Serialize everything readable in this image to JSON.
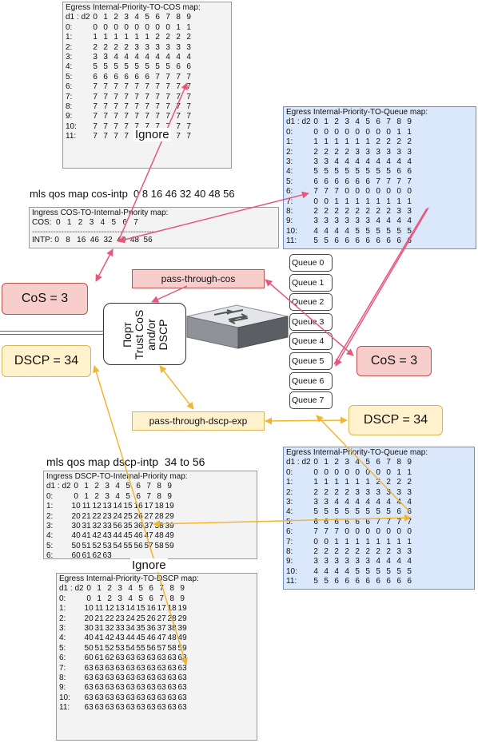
{
  "cos_map": {
    "title": "Egress Internal-Priority-TO-COS map:",
    "header": [
      "d1 : d2",
      "0",
      "1",
      "2",
      "3",
      "4",
      "5",
      "6",
      "7",
      "8",
      "9"
    ],
    "rows": [
      [
        "0:",
        "0",
        "0",
        "0",
        "0",
        "0",
        "0",
        "0",
        "0",
        "1",
        "1"
      ],
      [
        "1:",
        "1",
        "1",
        "1",
        "1",
        "1",
        "1",
        "2",
        "2",
        "2",
        "2"
      ],
      [
        "2:",
        "2",
        "2",
        "2",
        "2",
        "3",
        "3",
        "3",
        "3",
        "3",
        "3"
      ],
      [
        "3:",
        "3",
        "3",
        "4",
        "4",
        "4",
        "4",
        "4",
        "4",
        "4",
        "4"
      ],
      [
        "4:",
        "5",
        "5",
        "5",
        "5",
        "5",
        "5",
        "5",
        "5",
        "6",
        "6"
      ],
      [
        "5:",
        "6",
        "6",
        "6",
        "6",
        "6",
        "6",
        "7",
        "7",
        "7",
        "7"
      ],
      [
        "6:",
        "7",
        "7",
        "7",
        "7",
        "7",
        "7",
        "7",
        "7",
        "7",
        "7"
      ],
      [
        "7:",
        "7",
        "7",
        "7",
        "7",
        "7",
        "7",
        "7",
        "7",
        "7",
        "7"
      ],
      [
        "8:",
        "7",
        "7",
        "7",
        "7",
        "7",
        "7",
        "7",
        "7",
        "7",
        "7"
      ],
      [
        "9:",
        "7",
        "7",
        "7",
        "7",
        "7",
        "7",
        "7",
        "7",
        "7",
        "7"
      ],
      [
        "10:",
        "7",
        "7",
        "7",
        "7",
        "7",
        "7",
        "7",
        "7",
        "7",
        "7"
      ],
      [
        "11:",
        "7",
        "7",
        "7",
        "7",
        "7",
        "7",
        "7",
        "7",
        "7",
        "7"
      ]
    ]
  },
  "ignore_top": "Ignore",
  "ignore_bottom": "Ignore",
  "cmd_cos": "mls qos map cos-intp  0 8 16 46 32 40 48 56",
  "cmd_dscp": "mls qos map dscp-intp  34 to 56",
  "cos_intp": {
    "title": "Ingress COS-TO-Internal-Priority map:",
    "cos_line": "COS:  0   1   2   3   4   5   6   7",
    "dash_line": "-----------------------------------------------",
    "intp_line": "INTP: 0   8   16  46  32  40  48  56"
  },
  "queue_map_1": {
    "title": "Egress Internal-Priority-TO-Queue map:",
    "header": [
      "d1 : d2",
      "0",
      "1",
      "2",
      "3",
      "4",
      "5",
      "6",
      "7",
      "8",
      "9"
    ],
    "rows": [
      [
        "0:",
        "0",
        "0",
        "0",
        "0",
        "0",
        "0",
        "0",
        "0",
        "1",
        "1"
      ],
      [
        "1:",
        "1",
        "1",
        "1",
        "1",
        "1",
        "1",
        "2",
        "2",
        "2",
        "2"
      ],
      [
        "2:",
        "2",
        "2",
        "2",
        "2",
        "3",
        "3",
        "3",
        "3",
        "3",
        "3"
      ],
      [
        "3:",
        "3",
        "3",
        "4",
        "4",
        "4",
        "4",
        "4",
        "4",
        "4",
        "4"
      ],
      [
        "4:",
        "5",
        "5",
        "5",
        "5",
        "5",
        "5",
        "5",
        "5",
        "6",
        "6"
      ],
      [
        "5:",
        "6",
        "6",
        "6",
        "6",
        "6",
        "6",
        "7",
        "7",
        "7",
        "7"
      ],
      [
        "6:",
        "7",
        "7",
        "7",
        "0",
        "0",
        "0",
        "0",
        "0",
        "0",
        "0"
      ],
      [
        "7:",
        "0",
        "0",
        "1",
        "1",
        "1",
        "1",
        "1",
        "1",
        "1",
        "1"
      ],
      [
        "8:",
        "2",
        "2",
        "2",
        "2",
        "2",
        "2",
        "2",
        "2",
        "3",
        "3"
      ],
      [
        "9:",
        "3",
        "3",
        "3",
        "3",
        "3",
        "3",
        "4",
        "4",
        "4",
        "4"
      ],
      [
        "10:",
        "4",
        "4",
        "4",
        "4",
        "5",
        "5",
        "5",
        "5",
        "5",
        "5"
      ],
      [
        "11:",
        "5",
        "5",
        "6",
        "6",
        "6",
        "6",
        "6",
        "6",
        "6",
        "6"
      ]
    ]
  },
  "queue_map_2": {
    "title": "Egress Internal-Priority-TO-Queue map:",
    "header": [
      "d1 : d2",
      "0",
      "1",
      "2",
      "3",
      "4",
      "5",
      "6",
      "7",
      "8",
      "9"
    ],
    "rows": [
      [
        "0:",
        "0",
        "0",
        "0",
        "0",
        "0",
        "0",
        "0",
        "0",
        "1",
        "1"
      ],
      [
        "1:",
        "1",
        "1",
        "1",
        "1",
        "1",
        "1",
        "2",
        "2",
        "2",
        "2"
      ],
      [
        "2:",
        "2",
        "2",
        "2",
        "2",
        "3",
        "3",
        "3",
        "3",
        "3",
        "3"
      ],
      [
        "3:",
        "3",
        "3",
        "4",
        "4",
        "4",
        "4",
        "4",
        "4",
        "4",
        "4"
      ],
      [
        "4:",
        "5",
        "5",
        "5",
        "5",
        "5",
        "5",
        "5",
        "5",
        "6",
        "6"
      ],
      [
        "5:",
        "6",
        "6",
        "6",
        "6",
        "6",
        "6",
        "7",
        "7",
        "7",
        "7"
      ],
      [
        "6:",
        "7",
        "7",
        "7",
        "0",
        "0",
        "0",
        "0",
        "0",
        "0",
        "0"
      ],
      [
        "7:",
        "0",
        "0",
        "1",
        "1",
        "1",
        "1",
        "1",
        "1",
        "1",
        "1"
      ],
      [
        "8:",
        "2",
        "2",
        "2",
        "2",
        "2",
        "2",
        "2",
        "2",
        "3",
        "3"
      ],
      [
        "9:",
        "3",
        "3",
        "3",
        "3",
        "3",
        "3",
        "4",
        "4",
        "4",
        "4"
      ],
      [
        "10:",
        "4",
        "4",
        "4",
        "4",
        "5",
        "5",
        "5",
        "5",
        "5",
        "5"
      ],
      [
        "11:",
        "5",
        "5",
        "6",
        "6",
        "6",
        "6",
        "6",
        "6",
        "6",
        "6"
      ]
    ]
  },
  "dscp_intp": {
    "title": "Ingress DSCP-TO-Internal-Priority map:",
    "header": [
      "d1 : d2",
      "0",
      "1",
      "2",
      "3",
      "4",
      "5",
      "6",
      "7",
      "8",
      "9"
    ],
    "rows": [
      [
        "0:",
        "0",
        "1",
        "2",
        "3",
        "4",
        "5",
        "6",
        "7",
        "8",
        "9"
      ],
      [
        "1:",
        "10",
        "11",
        "12",
        "13",
        "14",
        "15",
        "16",
        "17",
        "18",
        "19"
      ],
      [
        "2:",
        "20",
        "21",
        "22",
        "23",
        "24",
        "25",
        "26",
        "27",
        "28",
        "29"
      ],
      [
        "3:",
        "30",
        "31",
        "32",
        "33",
        "56",
        "35",
        "36",
        "37",
        "38",
        "39"
      ],
      [
        "4:",
        "40",
        "41",
        "42",
        "43",
        "44",
        "45",
        "46",
        "47",
        "48",
        "49"
      ],
      [
        "5:",
        "50",
        "51",
        "52",
        "53",
        "54",
        "55",
        "56",
        "57",
        "58",
        "59"
      ],
      [
        "6:",
        "60",
        "61",
        "62",
        "63",
        "",
        "",
        "",
        "",
        "",
        ""
      ]
    ]
  },
  "dscp_out": {
    "title": "Egress Internal-Priority-TO-DSCP map:",
    "header": [
      "d1 : d2",
      "0",
      "1",
      "2",
      "3",
      "4",
      "5",
      "6",
      "7",
      "8",
      "9"
    ],
    "rows": [
      [
        "0:",
        "0",
        "1",
        "2",
        "3",
        "4",
        "5",
        "6",
        "7",
        "8",
        "9"
      ],
      [
        "1:",
        "10",
        "11",
        "12",
        "13",
        "14",
        "15",
        "16",
        "17",
        "18",
        "19"
      ],
      [
        "2:",
        "20",
        "21",
        "22",
        "23",
        "24",
        "25",
        "26",
        "27",
        "28",
        "29"
      ],
      [
        "3:",
        "30",
        "31",
        "32",
        "33",
        "34",
        "35",
        "36",
        "37",
        "38",
        "39"
      ],
      [
        "4:",
        "40",
        "41",
        "42",
        "43",
        "44",
        "45",
        "46",
        "47",
        "48",
        "49"
      ],
      [
        "5:",
        "50",
        "51",
        "52",
        "53",
        "54",
        "55",
        "56",
        "57",
        "58",
        "59"
      ],
      [
        "6:",
        "60",
        "61",
        "62",
        "63",
        "63",
        "63",
        "63",
        "63",
        "63",
        "63"
      ],
      [
        "7:",
        "63",
        "63",
        "63",
        "63",
        "63",
        "63",
        "63",
        "63",
        "63",
        "63"
      ],
      [
        "8:",
        "63",
        "63",
        "63",
        "63",
        "63",
        "63",
        "63",
        "63",
        "63",
        "63"
      ],
      [
        "9:",
        "63",
        "63",
        "63",
        "63",
        "63",
        "63",
        "63",
        "63",
        "63",
        "63"
      ],
      [
        "10:",
        "63",
        "63",
        "63",
        "63",
        "63",
        "63",
        "63",
        "63",
        "63",
        "63"
      ],
      [
        "11:",
        "63",
        "63",
        "63",
        "63",
        "63",
        "63",
        "63",
        "63",
        "63",
        "63"
      ]
    ]
  },
  "labels": {
    "cos_in": "CoS = 3",
    "dscp_in": "DSCP = 34",
    "cos_out": "CoS = 3",
    "dscp_out": "DSCP = 34",
    "pass_cos": "pass-through-cos",
    "pass_dscp": "pass-through-dscp-exp",
    "port": "Порт\nTrust CoS\nand/or\nDSCP"
  },
  "queues": [
    "Queue 0",
    "Queue 1",
    "Queue 2",
    "Queue 3",
    "Queue 4",
    "Queue 5",
    "Queue 6",
    "Queue 7"
  ],
  "colors": {
    "red_fill": "#f8cecc",
    "red_border": "#b85450",
    "red_line": "#e8577a",
    "yellow_fill": "#fff2cc",
    "yellow_border": "#d6b656",
    "yellow_line": "#f2b532",
    "gray_box": "#f3f3f3",
    "blue_box": "#dbe8fb"
  }
}
